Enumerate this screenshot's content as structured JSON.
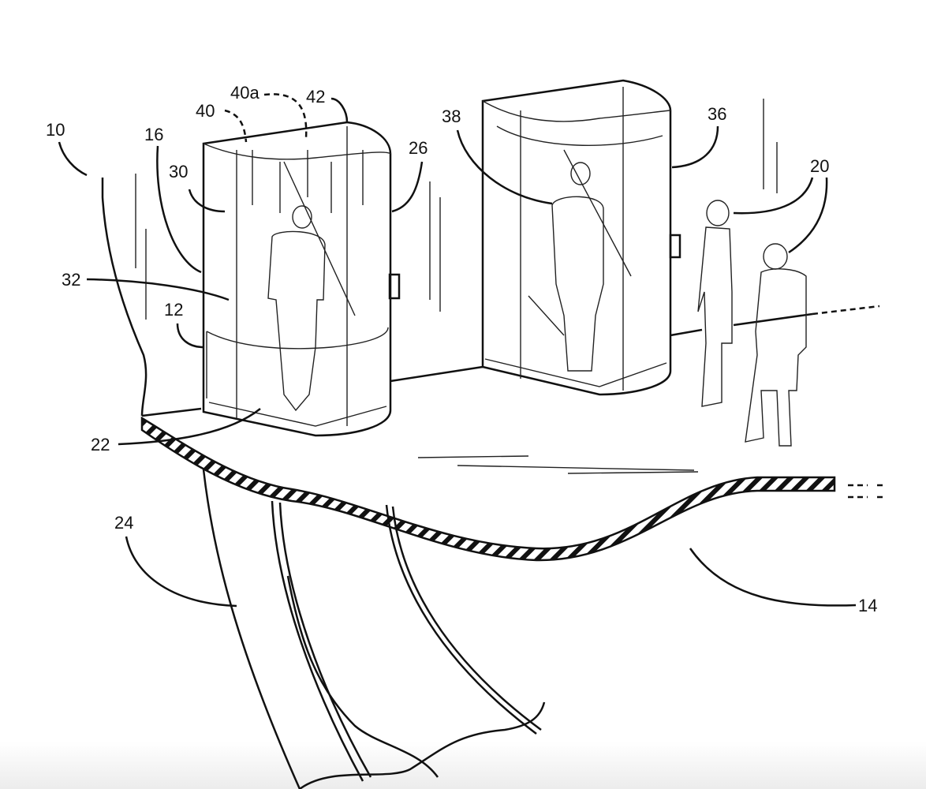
{
  "figure": {
    "labels": {
      "system": "10",
      "person_in_booth": "16",
      "booth_wall": "30",
      "nozzle": "40",
      "nozzle_alt": "40a",
      "ceiling": "42",
      "first_booth": "26",
      "second_person": "38",
      "second_booth": "36",
      "guests": "20",
      "water": "32",
      "enclosure": "12",
      "floor_pad": "22",
      "slide": "24",
      "platform": "14"
    }
  }
}
